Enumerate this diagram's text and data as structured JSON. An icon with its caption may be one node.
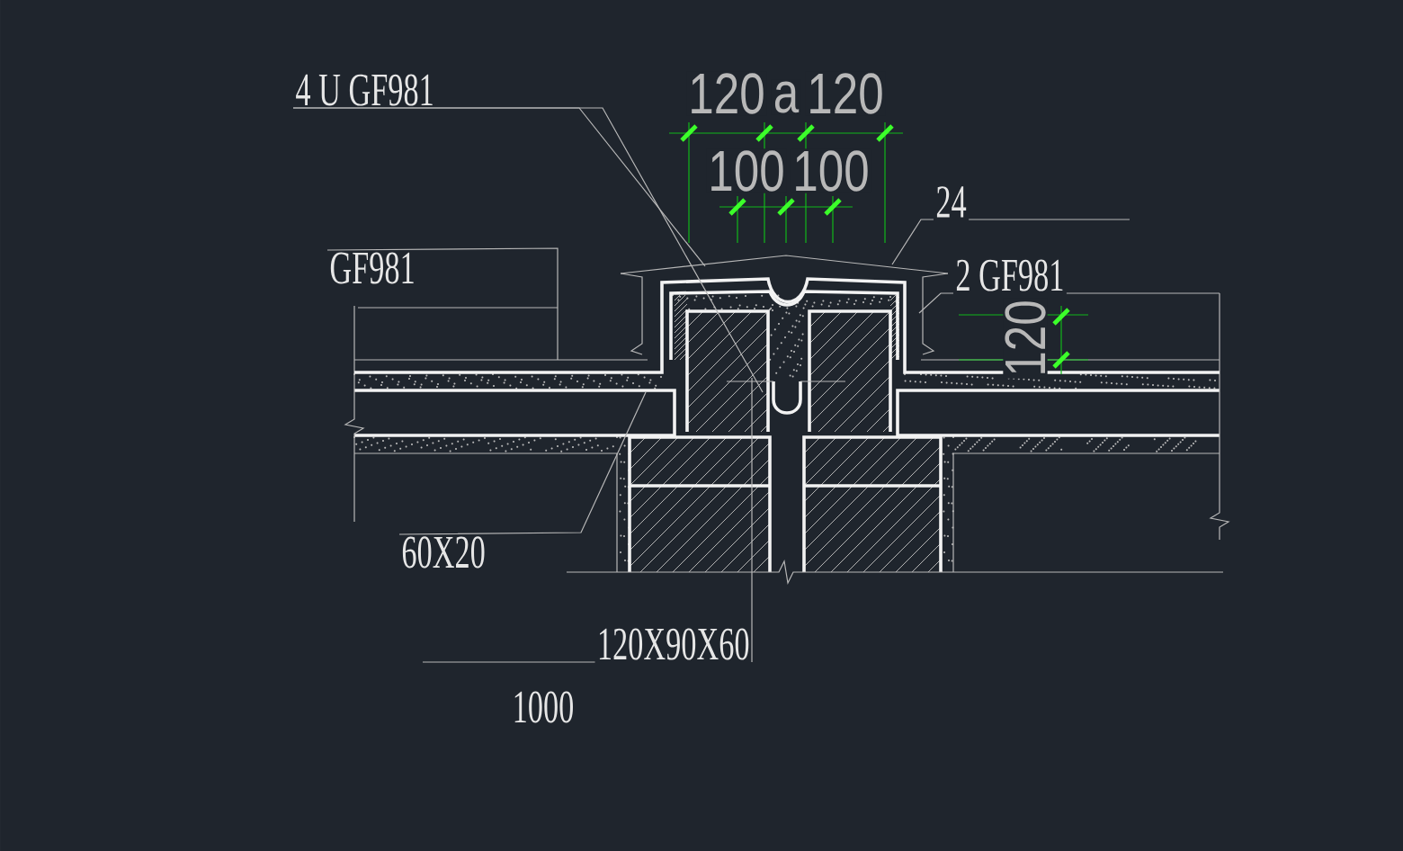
{
  "diagram": {
    "nodes": [
      {
        "text": [
          "4 U GF981"
        ]
      },
      {
        "text": [
          "GF981"
        ]
      },
      {
        "text": [
          "24"
        ]
      },
      {
        "text": [
          "2 GF981"
        ]
      },
      {
        "text": [
          "60X20"
        ]
      },
      {
        "text": [
          "120X90X60"
        ]
      }
    ],
    "edges": [
      {
        "from": 0,
        "to": null,
        "arrow": "none"
      },
      {
        "from": 0,
        "to": null,
        "arrow": "none"
      },
      {
        "from": 1,
        "to": null,
        "arrow": "none"
      },
      {
        "from": 2,
        "to": null,
        "arrow": "none"
      },
      {
        "from": 3,
        "to": null,
        "arrow": "none"
      },
      {
        "from": 4,
        "to": null,
        "arrow": "none"
      },
      {
        "from": 5,
        "to": null,
        "arrow": "none"
      }
    ],
    "labels": [
      "120",
      "a",
      "120",
      "100",
      "100",
      "120",
      "1000"
    ]
  }
}
